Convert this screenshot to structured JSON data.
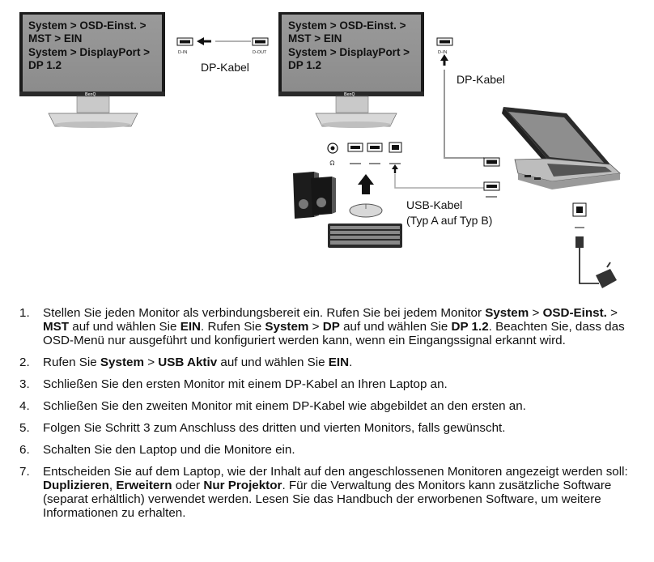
{
  "diagram": {
    "monitor1_osd": [
      "System > OSD-Einst. >",
      "MST > EIN",
      "System > DisplayPort >",
      "DP 1.2"
    ],
    "monitor2_osd": [
      "System > OSD-Einst. >",
      "MST > EIN",
      "System > DisplayPort >",
      "DP 1.2"
    ],
    "monitor_brand": "BenQ",
    "dp_in_label": "D-IN",
    "dp_out_label": "D-OUT",
    "dp_cable_label_1": "DP-Kabel",
    "dp_cable_label_2": "DP-Kabel",
    "usb_cable_label": "USB-Kabel",
    "usb_cable_sublabel": "(Typ A auf Typ B)"
  },
  "steps": [
    {
      "num": "1.",
      "parts": [
        {
          "t": "Stellen Sie jeden Monitor als verbindungsbereit ein. Rufen Sie bei jedem Monitor "
        },
        {
          "t": "System",
          "b": true
        },
        {
          "t": " > "
        },
        {
          "t": "OSD-Einst.",
          "b": true
        },
        {
          "t": " > "
        },
        {
          "t": "MST",
          "b": true
        },
        {
          "t": " auf und wählen Sie "
        },
        {
          "t": "EIN",
          "b": true
        },
        {
          "t": ". Rufen Sie "
        },
        {
          "t": "System",
          "b": true
        },
        {
          "t": " > "
        },
        {
          "t": "DP",
          "b": true
        },
        {
          "t": " auf und wählen Sie "
        },
        {
          "t": "DP 1.2",
          "b": true
        },
        {
          "t": ". Beachten Sie, dass das OSD-Menü nur ausgeführt und konfiguriert werden kann, wenn ein Eingangssignal erkannt wird."
        }
      ]
    },
    {
      "num": "2.",
      "parts": [
        {
          "t": "Rufen Sie "
        },
        {
          "t": "System",
          "b": true
        },
        {
          "t": " > "
        },
        {
          "t": "USB Aktiv",
          "b": true
        },
        {
          "t": " auf und wählen Sie "
        },
        {
          "t": "EIN",
          "b": true
        },
        {
          "t": "."
        }
      ]
    },
    {
      "num": "3.",
      "parts": [
        {
          "t": "Schließen Sie den ersten Monitor mit einem DP-Kabel an Ihren Laptop an."
        }
      ]
    },
    {
      "num": "4.",
      "parts": [
        {
          "t": "Schließen Sie den zweiten Monitor mit einem DP-Kabel wie abgebildet an den ersten an."
        }
      ]
    },
    {
      "num": "5.",
      "parts": [
        {
          "t": "Folgen Sie Schritt 3 zum Anschluss des dritten und vierten Monitors, falls gewünscht."
        }
      ]
    },
    {
      "num": "6.",
      "parts": [
        {
          "t": "Schalten Sie den Laptop und die Monitore ein."
        }
      ]
    },
    {
      "num": "7.",
      "parts": [
        {
          "t": "Entscheiden Sie auf dem Laptop, wie der Inhalt auf den angeschlossenen Monitoren angezeigt werden soll: "
        },
        {
          "t": "Duplizieren",
          "b": true
        },
        {
          "t": ", "
        },
        {
          "t": "Erweitern",
          "b": true
        },
        {
          "t": " oder "
        },
        {
          "t": "Nur Projektor",
          "b": true
        },
        {
          "t": ". Für die Verwaltung des Monitors kann zusätzliche Software (separat erhältlich) verwendet werden. Lesen Sie das Handbuch der erworbenen Software, um weitere Informationen zu erhalten."
        }
      ]
    }
  ]
}
